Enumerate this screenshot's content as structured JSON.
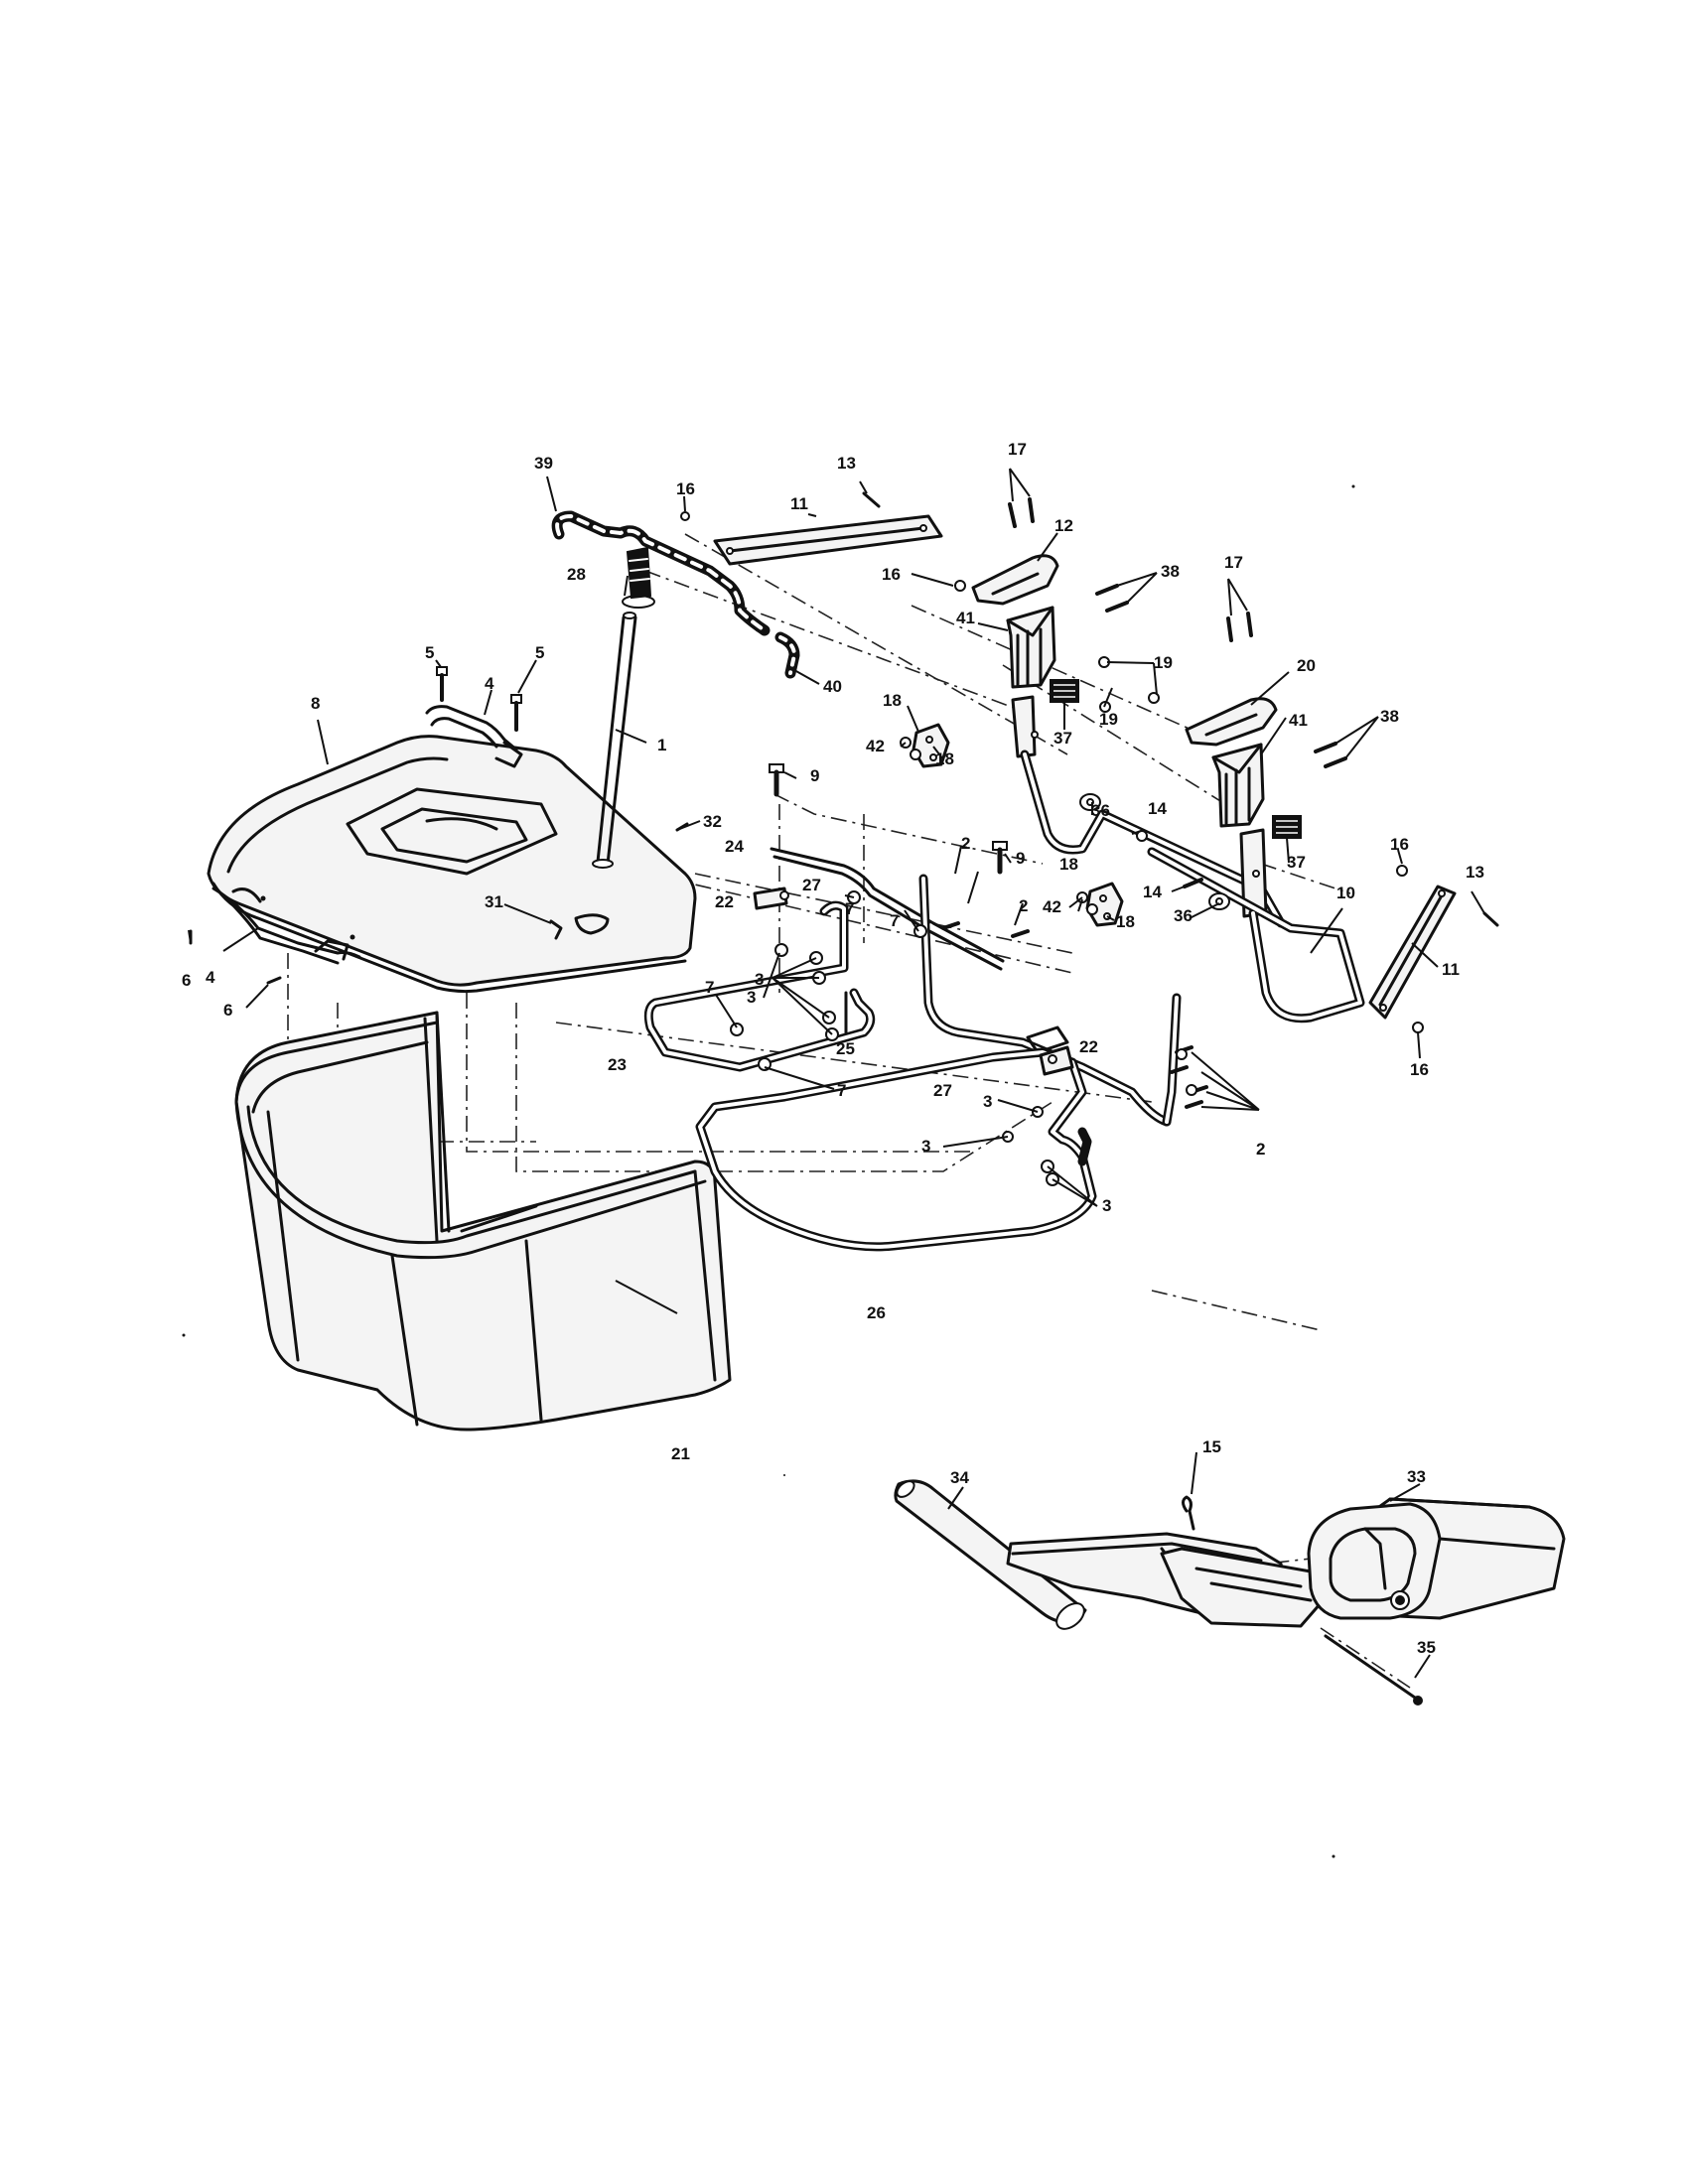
{
  "callouts": [
    {
      "id": "c1",
      "text": "1"
    },
    {
      "id": "c2a",
      "text": "2"
    },
    {
      "id": "c2b",
      "text": "2"
    },
    {
      "id": "c2c",
      "text": "2"
    },
    {
      "id": "c3a",
      "text": "3"
    },
    {
      "id": "c3b",
      "text": "3"
    },
    {
      "id": "c3c",
      "text": "3"
    },
    {
      "id": "c3d",
      "text": "3"
    },
    {
      "id": "c3e",
      "text": "3"
    },
    {
      "id": "c4a",
      "text": "4"
    },
    {
      "id": "c4b",
      "text": "4"
    },
    {
      "id": "c5a",
      "text": "5"
    },
    {
      "id": "c5b",
      "text": "5"
    },
    {
      "id": "c6a",
      "text": "6"
    },
    {
      "id": "c6b",
      "text": "6"
    },
    {
      "id": "c7a",
      "text": "7"
    },
    {
      "id": "c7b",
      "text": "7"
    },
    {
      "id": "c7c",
      "text": "7"
    },
    {
      "id": "c7d",
      "text": "7"
    },
    {
      "id": "c8",
      "text": "8"
    },
    {
      "id": "c9a",
      "text": "9"
    },
    {
      "id": "c9b",
      "text": "9"
    },
    {
      "id": "c10",
      "text": "10"
    },
    {
      "id": "c11a",
      "text": "11"
    },
    {
      "id": "c11b",
      "text": "11"
    },
    {
      "id": "c12",
      "text": "12"
    },
    {
      "id": "c13a",
      "text": "13"
    },
    {
      "id": "c13b",
      "text": "13"
    },
    {
      "id": "c14a",
      "text": "14"
    },
    {
      "id": "c14b",
      "text": "14"
    },
    {
      "id": "c15",
      "text": "15"
    },
    {
      "id": "c16a",
      "text": "16"
    },
    {
      "id": "c16b",
      "text": "16"
    },
    {
      "id": "c16c",
      "text": "16"
    },
    {
      "id": "c16d",
      "text": "16"
    },
    {
      "id": "c17a",
      "text": "17"
    },
    {
      "id": "c17b",
      "text": "17"
    },
    {
      "id": "c18a",
      "text": "18"
    },
    {
      "id": "c18b",
      "text": "18"
    },
    {
      "id": "c18c",
      "text": "18"
    },
    {
      "id": "c18d",
      "text": "18"
    },
    {
      "id": "c19a",
      "text": "19"
    },
    {
      "id": "c19b",
      "text": "19"
    },
    {
      "id": "c20",
      "text": "20"
    },
    {
      "id": "c21",
      "text": "21"
    },
    {
      "id": "c22a",
      "text": "22"
    },
    {
      "id": "c22b",
      "text": "22"
    },
    {
      "id": "c23",
      "text": "23"
    },
    {
      "id": "c24",
      "text": "24"
    },
    {
      "id": "c25",
      "text": "25"
    },
    {
      "id": "c26",
      "text": "26"
    },
    {
      "id": "c27a",
      "text": "27"
    },
    {
      "id": "c27b",
      "text": "27"
    },
    {
      "id": "c28",
      "text": "28"
    },
    {
      "id": "c31",
      "text": "31"
    },
    {
      "id": "c32",
      "text": "32"
    },
    {
      "id": "c33",
      "text": "33"
    },
    {
      "id": "c34",
      "text": "34"
    },
    {
      "id": "c35",
      "text": "35"
    },
    {
      "id": "c36a",
      "text": "36"
    },
    {
      "id": "c36b",
      "text": "36"
    },
    {
      "id": "c37a",
      "text": "37"
    },
    {
      "id": "c37b",
      "text": "37"
    },
    {
      "id": "c38a",
      "text": "38"
    },
    {
      "id": "c38b",
      "text": "38"
    },
    {
      "id": "c39",
      "text": "39"
    },
    {
      "id": "c40",
      "text": "40"
    },
    {
      "id": "c41a",
      "text": "41"
    },
    {
      "id": "c41b",
      "text": "41"
    },
    {
      "id": "c42a",
      "text": "42"
    },
    {
      "id": "c42b",
      "text": "42"
    }
  ]
}
